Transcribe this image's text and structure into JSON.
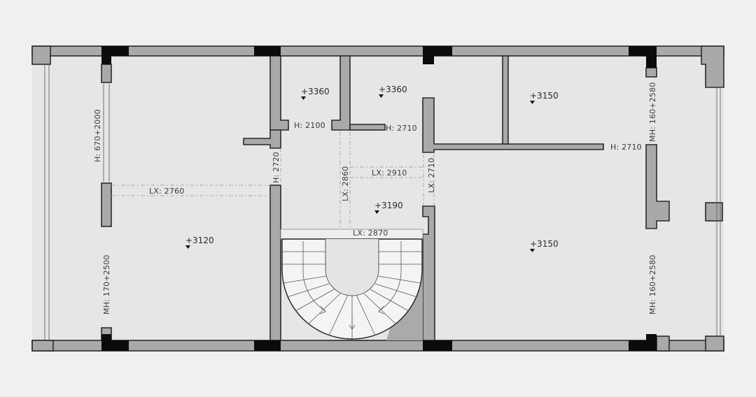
{
  "elevations": {
    "r1": "+3360",
    "r2": "+3360",
    "r3": "+3150",
    "hall": "+3190",
    "left": "+3120",
    "right": "+3150"
  },
  "dimensions": {
    "h_2100": "H: 2100",
    "h_2710_a": "H: 2710",
    "h_2710_b": "H: 2710",
    "h_2720": "H: 2720",
    "lx_2760": "LX: 2760",
    "lx_2860": "LX: 2860",
    "lx_2910": "LX: 2910",
    "lx_2710": "LX: 2710",
    "lx_2870": "LX: 2870",
    "h_670_2000": "H: 670+2000",
    "mh_170_2500": "MH: 170+2500",
    "mh_160_2580_top": "MH: 160+2580",
    "mh_160_2580_bottom": "MH: 160+2580"
  },
  "colors": {
    "wall": "#a9a9a9",
    "column": "#0b0b0b",
    "floor": "#e6e6e6",
    "background": "#f0f0f0"
  }
}
